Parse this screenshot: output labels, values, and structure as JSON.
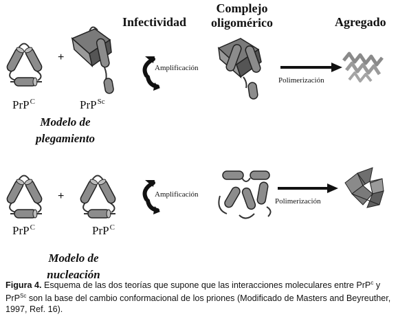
{
  "headers": {
    "infectividad": "Infectividad",
    "complejo_line1": "Complejo",
    "complejo_line2": "oligomérico",
    "agregado": "Agregado"
  },
  "top_row": {
    "left_label_base": "PrP",
    "left_label_sup": "C",
    "plus": "+",
    "right_label_base": "PrP",
    "right_label_sup": "Sc",
    "model_line1": "Modelo de",
    "model_line2": "plegamiento",
    "amplification": "Amplificación",
    "polymerization": "Polimerización"
  },
  "bottom_row": {
    "left_label_base": "PrP",
    "left_label_sup": "C",
    "plus": "+",
    "right_label_base": "PrP",
    "right_label_sup": "C",
    "model_line1": "Modelo de",
    "model_line2": "nucleación",
    "amplification": "Amplificación",
    "polymerization": "Polimerización"
  },
  "caption": {
    "figure_label": "Figura 4.",
    "text_part1": " Esquema de las dos teorías que supone que las interacciones moleculares entre PrP",
    "sup1": "c",
    "text_part2": " y PrP",
    "sup2": "Sc",
    "text_part3": " son la base del cambio conformacional de los priones (Modificado de Masters and Beyreuther, 1997, Ref. 16)."
  }
}
